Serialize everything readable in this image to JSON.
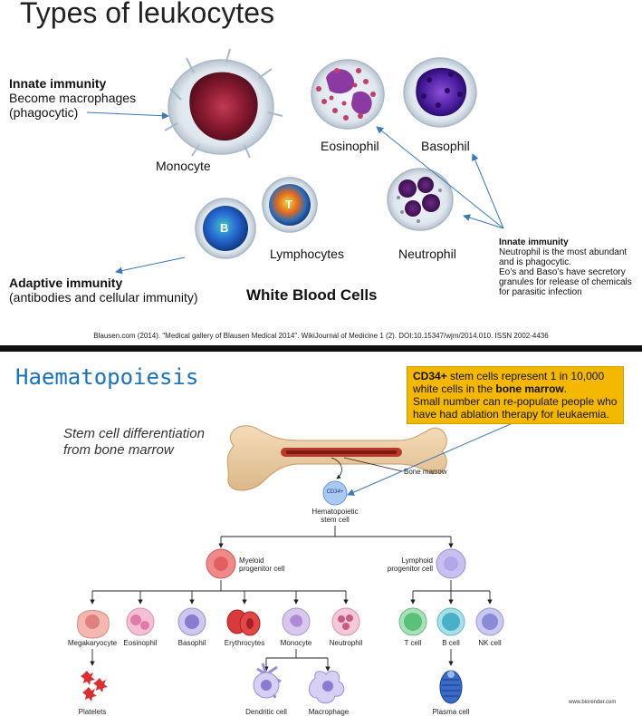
{
  "top": {
    "title": "Types of leukocytes",
    "innate_left_title": "Innate immunity",
    "innate_left_line1": "Become macrophages",
    "innate_left_line2": "(phagocytic)",
    "monocyte": "Monocyte",
    "eosinophil": "Eosinophil",
    "basophil": "Basophil",
    "lymphocytes": "Lymphocytes",
    "neutrophil": "Neutrophil",
    "b_letter": "B",
    "t_letter": "T",
    "adaptive_title": "Adaptive immunity",
    "adaptive_desc": "(antibodies and cellular immunity)",
    "wbc": "White Blood Cells",
    "innate_right_title": "Innate immunity",
    "innate_right_l1": "Neutrophil is the most abundant",
    "innate_right_l2": "and is phagocytic.",
    "innate_right_l3": "Eo’s and Baso’s have secretory",
    "innate_right_l4": "granules for release of chemicals",
    "innate_right_l5": "for parasitic infection",
    "citation": "Blausen.com (2014). \"Medical gallery of Blausen Medical 2014\". WikiJournal of Medicine 1 (2). DOI:10.15347/wjm/2014.010. ISSN 2002-4436"
  },
  "bottom": {
    "title": "Haematopoiesis",
    "callout_bold1": "CD34+",
    "callout_t1": " stem cells represent 1 in 10,000 white cells in the ",
    "callout_bold2": "bone marrow",
    "callout_t2": ".",
    "callout_t3": "Small number can re-populate people who have had ablation therapy for leukaemia.",
    "stem_l1": "Stem cell differentiation",
    "stem_l2": "from bone marrow",
    "bone_marrow": "Bone marrow",
    "cd34": "CD34+",
    "hsc_l1": "Hematopoietic",
    "hsc_l2": "stem cell",
    "myeloid_l1": "Myeloid",
    "myeloid_l2": "progenitor cell",
    "lymphoid_l1": "Lymphoid",
    "lymphoid_l2": "progenitor cell",
    "megakaryocyte": "Megakaryocyte",
    "eosinophil": "Eosinophil",
    "basophil": "Basophil",
    "erythrocytes": "Erythrocytes",
    "monocyte": "Monocyte",
    "neutrophil": "Neutrophil",
    "tcell": "T cell",
    "bcell": "B cell",
    "nkcell": "NK cell",
    "platelets": "Platelets",
    "dendritic": "Dendritic cell",
    "macrophage": "Macrophage",
    "plasma": "Plasma cell",
    "credit": "www.biorender.com"
  }
}
